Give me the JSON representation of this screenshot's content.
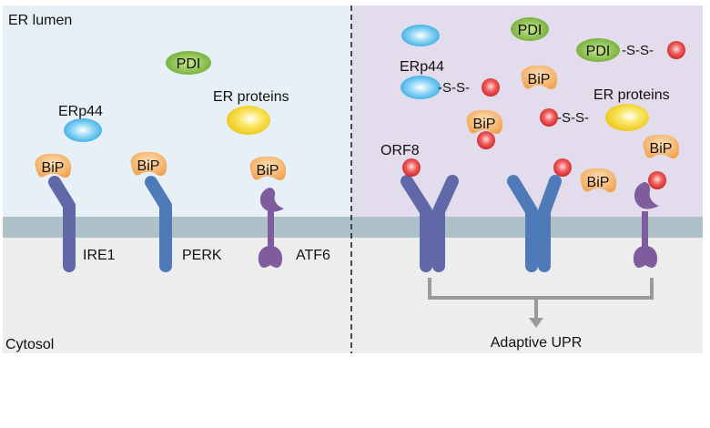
{
  "title": "ER stress response: normal vs ORF8",
  "regions": {
    "lumen_label": "ER lumen",
    "cytosol_label": "Cytosol"
  },
  "colors": {
    "lumen_left": "#e6f0f6",
    "lumen_right": "#e3dcec",
    "membrane": "#aec0c8",
    "cytosol": "#ededed",
    "ire1": "#6068a8",
    "perk": "#4f7ab8",
    "atf6": "#7f5c9e",
    "bip": "#f0a65a",
    "pdi": "#7cb63a",
    "erp44": "#3ab0e6",
    "er_protein": "#f0d020",
    "orf8": "#e03535",
    "arrow": "#999999"
  },
  "left_panel": {
    "free_proteins": {
      "pdi": "PDI",
      "erp44": "ERp44",
      "er_proteins": "ER proteins"
    },
    "sensors": [
      {
        "name": "IRE1",
        "chaperone": "BiP"
      },
      {
        "name": "PERK",
        "chaperone": "BiP"
      },
      {
        "name": "ATF6",
        "chaperone": "BiP"
      }
    ]
  },
  "right_panel": {
    "pdi_free": "PDI",
    "pdi_bound": "PDI",
    "erp44_label": "ERp44",
    "er_proteins_label": "ER proteins",
    "disulfide": "-S-S-",
    "s_atom": "S",
    "bip_labels": [
      "BiP",
      "BiP",
      "BiP",
      "BiP"
    ],
    "orf8_label": "ORF8",
    "outcome": "Adaptive UPR"
  }
}
